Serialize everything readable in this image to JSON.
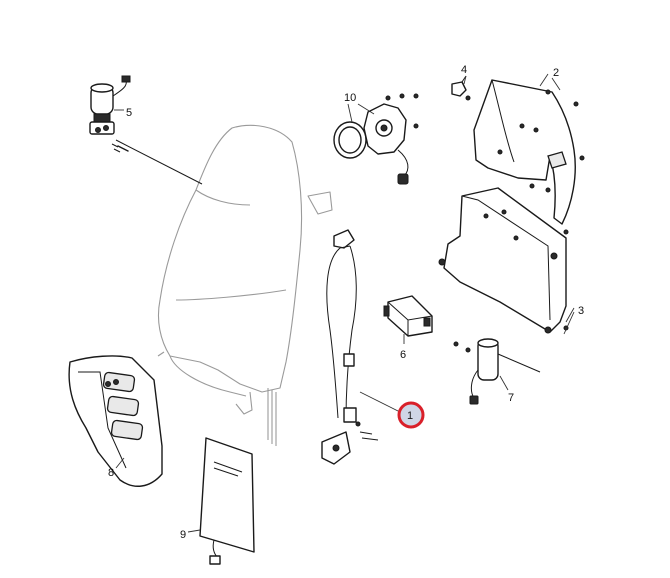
{
  "callouts": {
    "c1": "1",
    "c2": "2",
    "c3": "3",
    "c4": "4",
    "c5": "5",
    "c6": "6",
    "c7": "7",
    "c8": "8",
    "c9": "9",
    "c10": "10"
  },
  "highlight": {
    "selected_callout": "1",
    "ring_color": "#d9202a",
    "fill_color": "#cfd6e6"
  }
}
